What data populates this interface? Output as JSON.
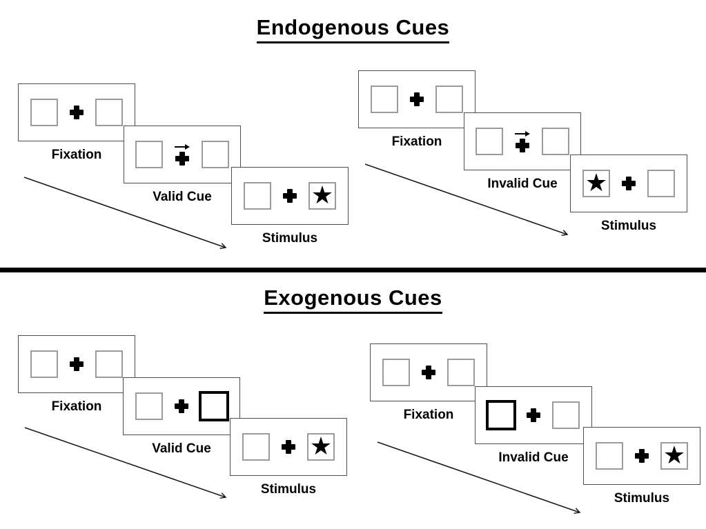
{
  "diagram": {
    "sections": [
      {
        "id": "endogenous",
        "title": "Endogenous Cues",
        "groups": [
          {
            "id": "endogenous-valid",
            "panels": [
              {
                "label": "Fixation",
                "cue": "none",
                "star": "none"
              },
              {
                "label": "Valid Cue",
                "cue": "arrow-right",
                "star": "none"
              },
              {
                "label": "Stimulus",
                "cue": "none",
                "star": "right"
              }
            ]
          },
          {
            "id": "endogenous-invalid",
            "panels": [
              {
                "label": "Fixation",
                "cue": "none",
                "star": "none"
              },
              {
                "label": "Invalid Cue",
                "cue": "arrow-right",
                "star": "none"
              },
              {
                "label": "Stimulus",
                "cue": "none",
                "star": "left"
              }
            ]
          }
        ]
      },
      {
        "id": "exogenous",
        "title": "Exogenous Cues",
        "groups": [
          {
            "id": "exogenous-valid",
            "panels": [
              {
                "label": "Fixation",
                "cue": "none",
                "star": "none"
              },
              {
                "label": "Valid Cue",
                "cue": "bold-right",
                "star": "none"
              },
              {
                "label": "Stimulus",
                "cue": "none",
                "star": "right"
              }
            ]
          },
          {
            "id": "exogenous-invalid",
            "panels": [
              {
                "label": "Fixation",
                "cue": "none",
                "star": "none"
              },
              {
                "label": "Invalid Cue",
                "cue": "bold-left",
                "star": "none"
              },
              {
                "label": "Stimulus",
                "cue": "none",
                "star": "right"
              }
            ]
          }
        ]
      }
    ],
    "icons": {
      "fixation_cross": "✚",
      "target_star": "★",
      "cue_arrow": "→"
    },
    "colors": {
      "background": "#ffffff",
      "ink": "#000000",
      "panel_border": "#4d4d4d",
      "box_border": "#9a9a9a",
      "divider": "#000000"
    }
  }
}
